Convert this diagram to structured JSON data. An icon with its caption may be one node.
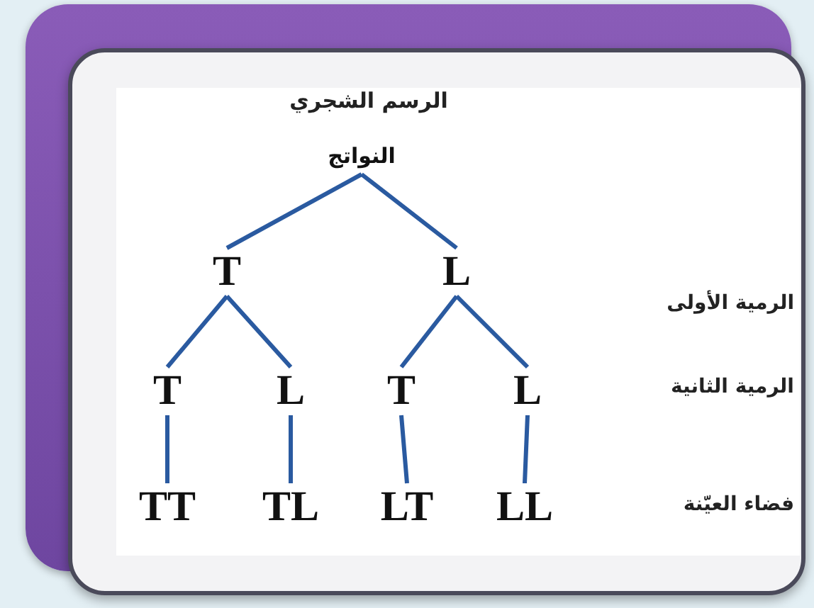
{
  "diagram": {
    "title": "الرسم الشجري",
    "nodes": [
      {
        "text": [
          "النواتج"
        ]
      },
      {
        "text": [
          "T"
        ]
      },
      {
        "text": [
          "L"
        ]
      },
      {
        "text": [
          "T"
        ]
      },
      {
        "text": [
          "L"
        ]
      },
      {
        "text": [
          "T"
        ]
      },
      {
        "text": [
          "L"
        ]
      },
      {
        "text": [
          "TT"
        ]
      },
      {
        "text": [
          "TL"
        ]
      },
      {
        "text": [
          "LT"
        ]
      },
      {
        "text": [
          "LL"
        ]
      }
    ],
    "edges": [
      {
        "from": 0,
        "to": 1,
        "arrow": "none"
      },
      {
        "from": 0,
        "to": 2,
        "arrow": "none"
      },
      {
        "from": 1,
        "to": 3,
        "arrow": "none"
      },
      {
        "from": 1,
        "to": 4,
        "arrow": "none"
      },
      {
        "from": 2,
        "to": 5,
        "arrow": "none"
      },
      {
        "from": 2,
        "to": 6,
        "arrow": "none"
      },
      {
        "from": 3,
        "to": 7,
        "arrow": "none"
      },
      {
        "from": 4,
        "to": 8,
        "arrow": "none"
      },
      {
        "from": 5,
        "to": 9,
        "arrow": "none"
      },
      {
        "from": 6,
        "to": 10,
        "arrow": "none"
      }
    ],
    "labels": [
      "الرمية الأولى",
      "الرمية الثانية",
      "فضاء العيّنة"
    ]
  }
}
